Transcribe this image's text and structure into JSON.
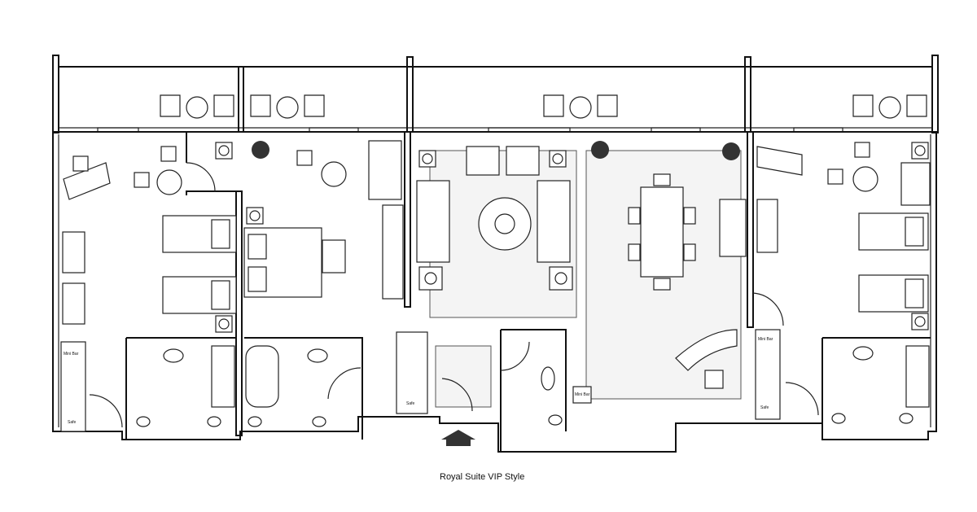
{
  "title": "Royal Suite VIP Style",
  "labels": {
    "mini_bar_left": "Mini Bar",
    "mini_bar_center": "Mini Bar",
    "mini_bar_right": "Mini Bar",
    "safe_left": "Safe",
    "safe_center": "Safe",
    "safe_right": "Safe"
  },
  "icons": [
    "entrance-arrow-icon",
    "plant-icon",
    "lamp-icon",
    "chair-icon",
    "bed-icon",
    "sofa-icon",
    "toilet-icon",
    "sink-icon",
    "bathtub-icon",
    "door-swing-icon"
  ]
}
